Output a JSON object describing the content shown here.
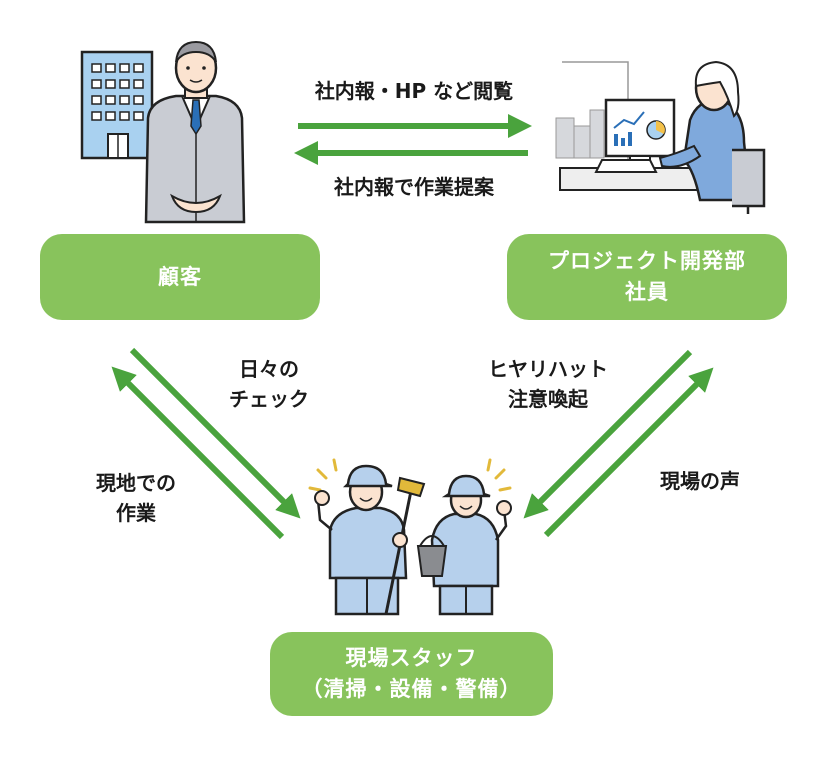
{
  "colors": {
    "box": "#88c35c",
    "arrow": "#4aa33d",
    "text": "#1a1a1a",
    "suit": "#c9ccd3",
    "uniform": "#b6d0ec",
    "building": "#a9d1f0"
  },
  "nodes": {
    "customer": {
      "label": "顧客"
    },
    "project": {
      "line1": "プロジェクト開発部",
      "line2": "社員"
    },
    "staff": {
      "line1": "現場スタッフ",
      "line2": "（清掃・設備・警備）"
    }
  },
  "edges": {
    "customer_to_project": "社内報・HP など閲覧",
    "project_to_customer": "社内報で作業提案",
    "customer_to_staff": {
      "line1": "日々の",
      "line2": "チェック"
    },
    "staff_to_customer": {
      "line1": "現地での",
      "line2": "作業"
    },
    "project_to_staff": {
      "line1": "ヒヤリハット",
      "line2": "注意喚起"
    },
    "staff_to_project": "現場の声"
  },
  "icons": [
    "office-building-icon",
    "businessman-icon",
    "office-worker-at-computer-icon",
    "cleaning-staff-icon",
    "worker-with-bucket-icon"
  ]
}
